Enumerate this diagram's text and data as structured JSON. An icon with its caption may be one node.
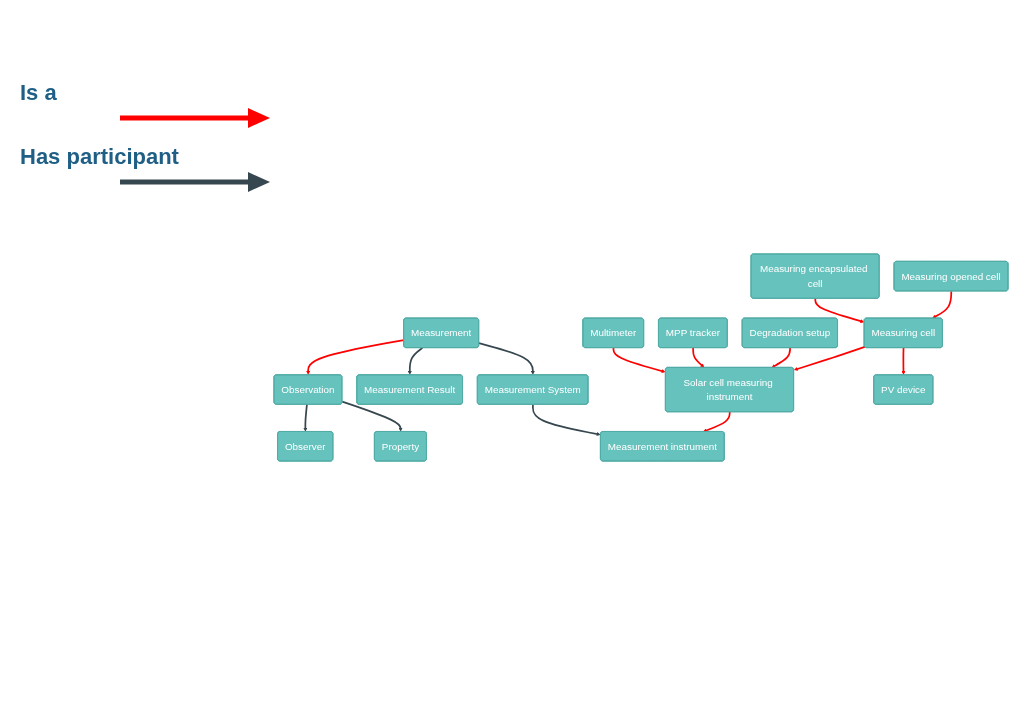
{
  "diagram": {
    "nodes": [
      {
        "text": [
          "Observation"
        ]
      },
      {
        "text": [
          "Observer"
        ]
      },
      {
        "text": [
          "Property"
        ]
      },
      {
        "text": [
          "Measurement"
        ]
      },
      {
        "text": [
          "Measurement Result"
        ]
      },
      {
        "text": [
          "Measurement System"
        ]
      },
      {
        "text": [
          "Multimeter"
        ]
      },
      {
        "text": [
          "Measurement instrument"
        ]
      },
      {
        "text": [
          "MPP tracker"
        ]
      },
      {
        "text": [
          "Solar cell measuring instrument"
        ]
      },
      {
        "text": [
          "Degradation setup"
        ]
      },
      {
        "text": [
          "Measuring encapsulated cell"
        ]
      },
      {
        "text": [
          "Measuring opened cell"
        ]
      },
      {
        "text": [
          "Measuring cell"
        ]
      },
      {
        "text": [
          "PV device"
        ]
      }
    ],
    "edges": [
      {
        "from": 0,
        "to": 1,
        "arrow": "to",
        "color": "#37474f"
      },
      {
        "from": 0,
        "to": 2,
        "arrow": "to",
        "color": "#37474f"
      },
      {
        "from": 3,
        "to": 0,
        "arrow": "to"
      },
      {
        "from": 3,
        "to": 4,
        "arrow": "to",
        "color": "#37474f"
      },
      {
        "from": 3,
        "to": 5,
        "arrow": "to",
        "color": "#37474f"
      },
      {
        "from": 5,
        "to": 7,
        "arrow": "to",
        "color": "#37474f"
      },
      {
        "from": 9,
        "to": 7,
        "arrow": "to"
      },
      {
        "from": 6,
        "to": 9,
        "arrow": "to"
      },
      {
        "from": 8,
        "to": 9,
        "arrow": "to"
      },
      {
        "from": 10,
        "to": 9,
        "arrow": "to"
      },
      {
        "from": 13,
        "to": 9,
        "arrow": "to"
      },
      {
        "from": 11,
        "to": 13,
        "arrow": "to"
      },
      {
        "from": 12,
        "to": 13,
        "arrow": "to"
      },
      {
        "from": 13,
        "to": 14,
        "arrow": "to"
      }
    ],
    "legend": [
      {
        "text": "Is a"
      },
      {
        "text": "Has participant"
      }
    ]
  }
}
